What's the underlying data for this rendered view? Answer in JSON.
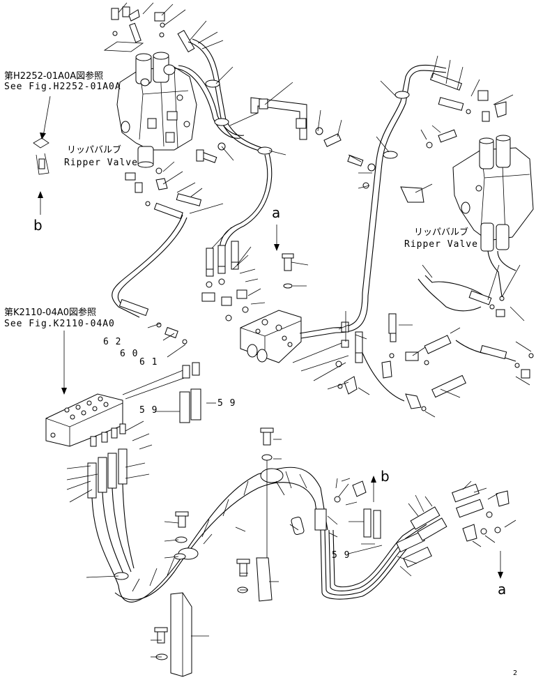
{
  "references": {
    "ref_h2252_jp": "第H2252-01A0A図参照",
    "ref_h2252_en": "See Fig.H2252-01A0A",
    "ref_k2110_jp": "第K2110-04A0図参照",
    "ref_k2110_en": "See Fig.K2110-04A0"
  },
  "components": {
    "ripper_valve_left_jp": "リッパバルブ",
    "ripper_valve_left_en": "Ripper Valve",
    "ripper_valve_right_jp": "リッパバルブ",
    "ripper_valve_right_en": "Ripper Valve"
  },
  "connectors": {
    "a_top": "a",
    "a_bottom": "a",
    "b_left": "b",
    "b_right": "b"
  },
  "part_numbers": {
    "p62": "6 2",
    "p60": "6 0",
    "p61": "6 1",
    "p59_a": "5 9",
    "p59_b": "5 9",
    "p59_c": "5 9"
  },
  "page_number": "2"
}
